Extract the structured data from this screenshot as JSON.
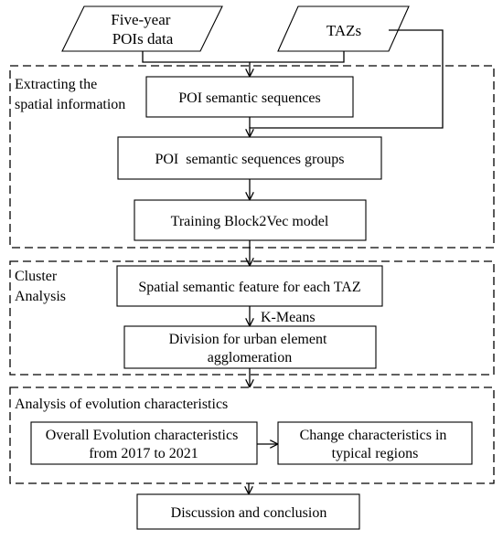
{
  "inputs": {
    "pois": [
      "Five-year",
      "POIs data"
    ],
    "tazs": "TAZs"
  },
  "sections": {
    "spatial": {
      "label": [
        "Extracting the",
        "spatial information"
      ]
    },
    "cluster": {
      "label": [
        "Cluster",
        "Analysis"
      ]
    },
    "evolution": {
      "label": "Analysis of evolution characteristics"
    }
  },
  "boxes": {
    "poi_sequences": "POI semantic sequences",
    "poi_groups": "POI  semantic sequences groups",
    "training": "Training Block2Vec model",
    "spatial_feature": "Spatial semantic feature for each TAZ",
    "division": [
      "Division for urban element",
      "agglomeration"
    ],
    "overall": [
      "Overall Evolution characteristics",
      "from 2017 to 2021"
    ],
    "change": [
      "Change characteristics in",
      "typical regions"
    ],
    "discussion": "Discussion and conclusion"
  },
  "edge_labels": {
    "kmeans": "K-Means"
  },
  "colors": {
    "stroke": "#000000",
    "dashed_border": "#000000",
    "background": "#ffffff"
  }
}
